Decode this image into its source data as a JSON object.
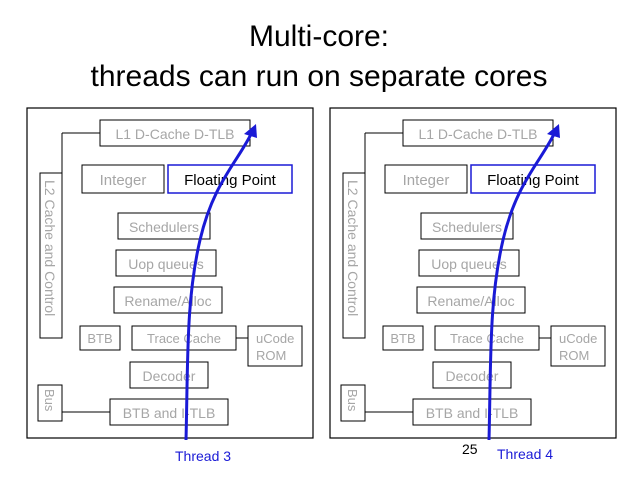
{
  "title": {
    "line1": "Multi-core:",
    "line2": "threads can run on separate cores"
  },
  "cores": [
    {
      "thread_label": "Thread 3",
      "blocks": {
        "l1": "L1 D-Cache D-TLB",
        "integer": "Integer",
        "fp": "Floating Point",
        "schedulers": "Schedulers",
        "uop": "Uop queues",
        "rename": "Rename/Alloc",
        "btb": "BTB",
        "trace": "Trace Cache",
        "ucode1": "uCode",
        "ucode2": "ROM",
        "decoder": "Decoder",
        "btb_itlb": "BTB and I-TLB",
        "l2": "L2 Cache and Control",
        "bus": "Bus"
      }
    },
    {
      "thread_label": "Thread 4",
      "blocks": {
        "l1": "L1 D-Cache D-TLB",
        "integer": "Integer",
        "fp": "Floating Point",
        "schedulers": "Schedulers",
        "uop": "Uop queues",
        "rename": "Rename/Alloc",
        "btb": "BTB",
        "trace": "Trace Cache",
        "ucode1": "uCode",
        "ucode2": "ROM",
        "decoder": "Decoder",
        "btb_itlb": "BTB and I-TLB",
        "l2": "L2 Cache and Control",
        "bus": "Bus"
      }
    }
  ],
  "page_number": "25",
  "colors": {
    "thread_arrow": "#1a1ad6",
    "fp_border": "#1a1ad6",
    "block_text": "#a6a6a6",
    "frame": "#000000"
  }
}
